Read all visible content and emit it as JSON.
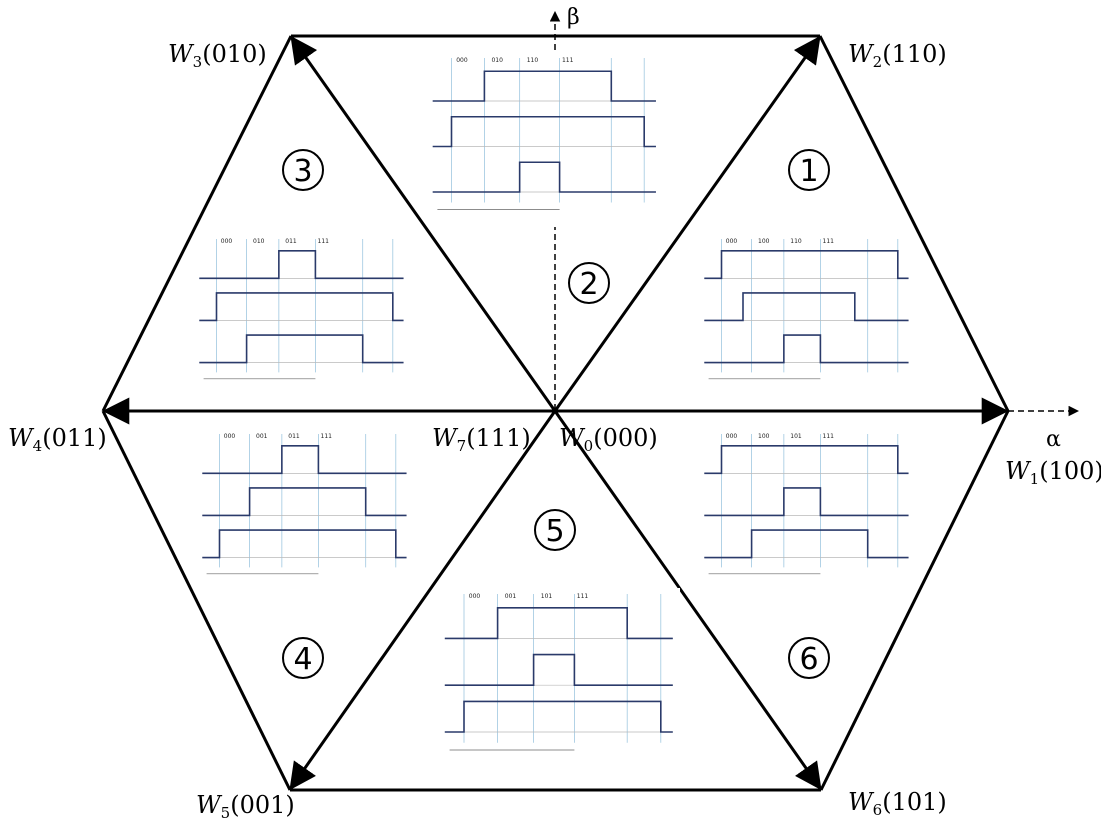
{
  "axes": {
    "alpha": "α",
    "beta": "β"
  },
  "vectors": [
    {
      "id": "w1",
      "name": "W",
      "sub": "1",
      "code": "(100)"
    },
    {
      "id": "w2",
      "name": "W",
      "sub": "2",
      "code": "(110)"
    },
    {
      "id": "w3",
      "name": "W",
      "sub": "3",
      "code": "(010)"
    },
    {
      "id": "w4",
      "name": "W",
      "sub": "4",
      "code": "(011)"
    },
    {
      "id": "w5",
      "name": "W",
      "sub": "5",
      "code": "(001)"
    },
    {
      "id": "w6",
      "name": "W",
      "sub": "6",
      "code": "(101)"
    },
    {
      "id": "w7",
      "name": "W",
      "sub": "7",
      "code": "(111)"
    },
    {
      "id": "w0",
      "name": "W",
      "sub": "0",
      "code": "(000)"
    }
  ],
  "sectors": [
    "1",
    "2",
    "3",
    "4",
    "5",
    "6"
  ],
  "insets": {
    "s1": {
      "codes": [
        "000",
        "100",
        "110",
        "111"
      ],
      "wave": [
        [
          0.1,
          0.92
        ],
        [
          0.2,
          0.72
        ],
        [
          0.39,
          0.56
        ]
      ]
    },
    "s2": {
      "codes": [
        "000",
        "010",
        "110",
        "111"
      ],
      "wave": [
        [
          0.24,
          0.78
        ],
        [
          0.1,
          0.92
        ],
        [
          0.39,
          0.56
        ]
      ]
    },
    "s3": {
      "codes": [
        "000",
        "010",
        "011",
        "111"
      ],
      "wave": [
        [
          0.39,
          0.56
        ],
        [
          0.1,
          0.92
        ],
        [
          0.24,
          0.78
        ]
      ]
    },
    "s4": {
      "codes": [
        "000",
        "001",
        "011",
        "111"
      ],
      "wave": [
        [
          0.39,
          0.56
        ],
        [
          0.24,
          0.78
        ],
        [
          0.1,
          0.92
        ]
      ]
    },
    "s5": {
      "codes": [
        "000",
        "001",
        "101",
        "111"
      ],
      "wave": [
        [
          0.24,
          0.78
        ],
        [
          0.39,
          0.56
        ],
        [
          0.1,
          0.92
        ]
      ]
    },
    "s6": {
      "codes": [
        "000",
        "100",
        "101",
        "111"
      ],
      "wave": [
        [
          0.1,
          0.92
        ],
        [
          0.39,
          0.56
        ],
        [
          0.24,
          0.78
        ]
      ]
    }
  }
}
